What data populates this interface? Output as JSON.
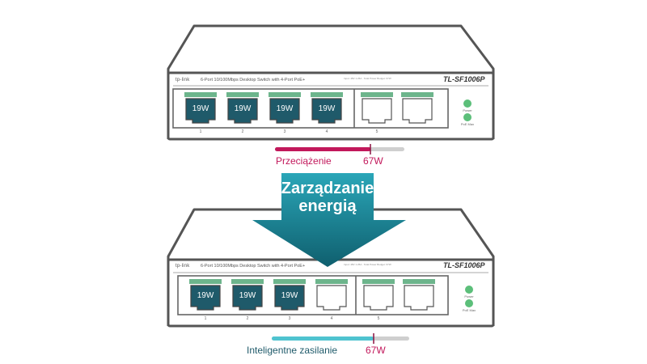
{
  "top_switch": {
    "brand": "tp-link",
    "description": "6-Port 10/100Mbps Desktop Switch with 4-Port PoE+",
    "model": "TL-SF1006P",
    "spec_text": "Input: 48V 1.25A · Total Power Budget: 67W",
    "port_numbers": [
      "1",
      "2",
      "3",
      "4",
      "5"
    ],
    "port_watts": [
      "19W",
      "19W",
      "19W",
      "19W"
    ],
    "led_power": "Power",
    "led_poe_max": "PoE Max"
  },
  "top_bar": {
    "label": "Przeciążenie",
    "value_label": "67W",
    "color": "#c2185b",
    "fill_fraction": 0.74
  },
  "arrow": {
    "line1": "Zarządzanie",
    "line2": "energią",
    "color": "#1a7f8e"
  },
  "bottom_switch": {
    "brand": "tp-link",
    "description": "6-Port 10/100Mbps Desktop Switch with 4-Port PoE+",
    "model": "TL-SF1006P",
    "spec_text": "Input: 48V 1.25A · Total Power Budget: 67W",
    "port_numbers": [
      "1",
      "2",
      "3",
      "4",
      "5"
    ],
    "port_watts": [
      "19W",
      "19W",
      "19W"
    ],
    "led_power": "Power",
    "led_poe_max": "PoE Max"
  },
  "bottom_bar": {
    "label": "Inteligentne zasilanie",
    "value_label": "67W",
    "color": "#4fc3d0",
    "fill_fraction": 0.74
  }
}
